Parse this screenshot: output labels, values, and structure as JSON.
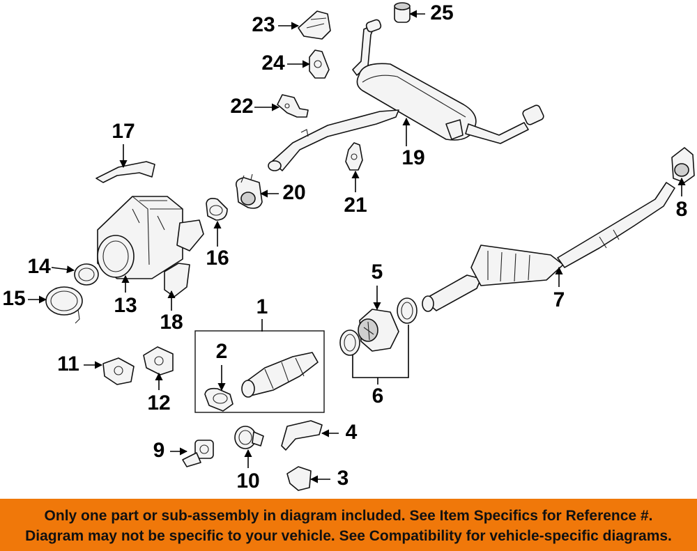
{
  "diagram": {
    "callouts": {
      "c1": "1",
      "c2": "2",
      "c3": "3",
      "c4": "4",
      "c5": "5",
      "c6": "6",
      "c7": "7",
      "c8": "8",
      "c9": "9",
      "c10": "10",
      "c11": "11",
      "c12": "12",
      "c13": "13",
      "c14": "14",
      "c15": "15",
      "c16": "16",
      "c17": "17",
      "c18": "18",
      "c19": "19",
      "c20": "20",
      "c21": "21",
      "c22": "22",
      "c23": "23",
      "c24": "24",
      "c25": "25"
    }
  },
  "notice": {
    "line1": "Only one part or sub-assembly in diagram included. See Item Specifics for Reference #.",
    "line2": "Diagram may not be specific to your vehicle. See Compatibility for vehicle-specific diagrams."
  }
}
